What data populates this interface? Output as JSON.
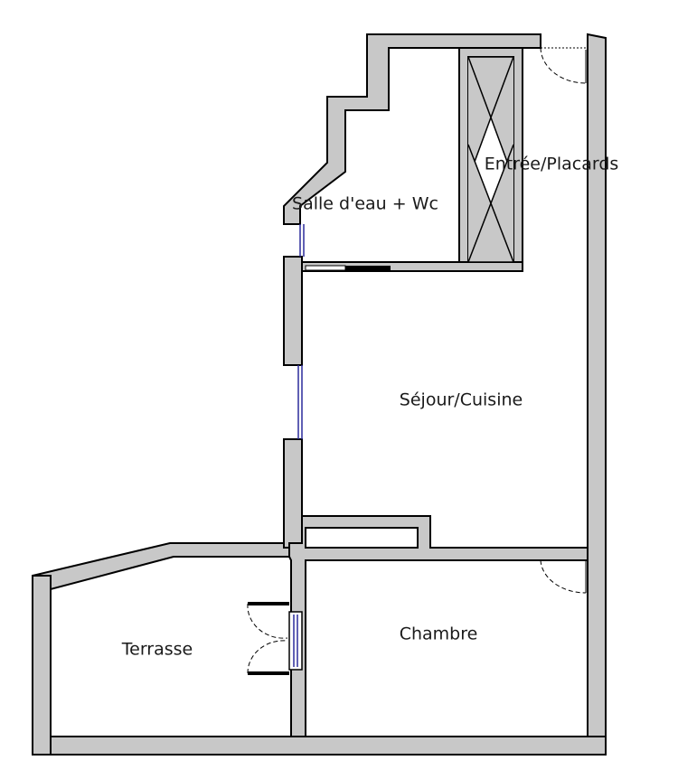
{
  "plan": {
    "rooms": [
      {
        "id": "salle-eau",
        "label": "Salle d'eau + Wc"
      },
      {
        "id": "entree",
        "label": "Entrée/Placards"
      },
      {
        "id": "sejour",
        "label": "Séjour/Cuisine"
      },
      {
        "id": "terrasse",
        "label": "Terrasse"
      },
      {
        "id": "chambre",
        "label": "Chambre"
      }
    ],
    "colors": {
      "wall_fill": "#c8c8c8",
      "wall_stroke": "#000000",
      "background": "#ffffff",
      "glazing": "#2b2b9a"
    }
  }
}
